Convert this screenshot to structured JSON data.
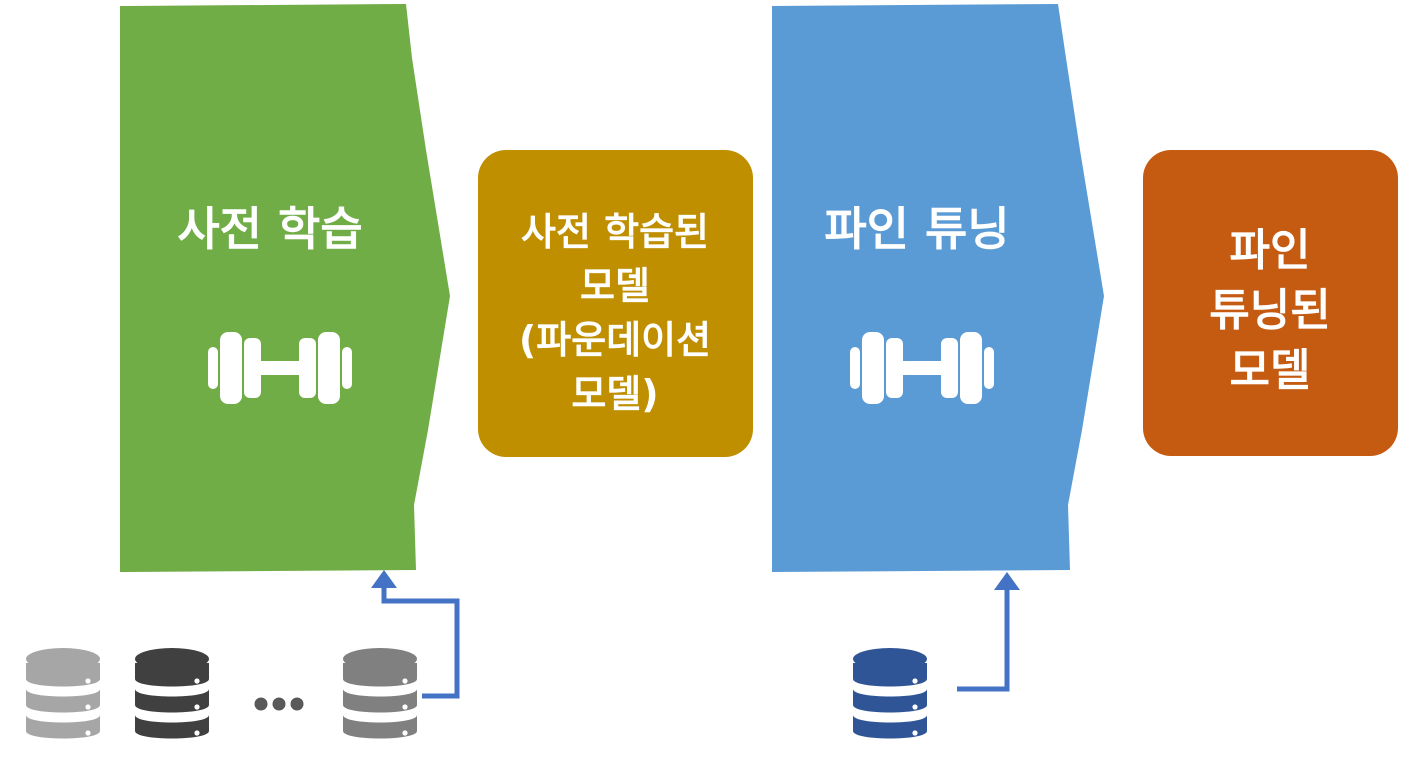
{
  "stages": {
    "pretraining": {
      "label": "사전 학습",
      "color": "#70ad47",
      "icon": "dumbbell-icon"
    },
    "finetuning": {
      "label": "파인 튜닝",
      "color": "#5b9bd5",
      "icon": "dumbbell-icon"
    }
  },
  "models": {
    "pretrained": {
      "lines": [
        "사전 학습된",
        "모델",
        "(파운데이션",
        "모델)"
      ],
      "color": "#bf8f00"
    },
    "finetuned": {
      "lines": [
        "파인",
        "튜닝된",
        "모델"
      ],
      "color": "#c55a11"
    }
  },
  "datasets": {
    "pretraining": [
      {
        "icon": "database-icon",
        "color": "#a6a6a6"
      },
      {
        "icon": "database-icon",
        "color": "#404040"
      },
      {
        "icon": "ellipsis-icon",
        "color": "#595959"
      },
      {
        "icon": "database-icon",
        "color": "#808080"
      }
    ],
    "finetuning": [
      {
        "icon": "database-icon",
        "color": "#2f5597"
      }
    ]
  },
  "arrow_color": "#4472c4"
}
